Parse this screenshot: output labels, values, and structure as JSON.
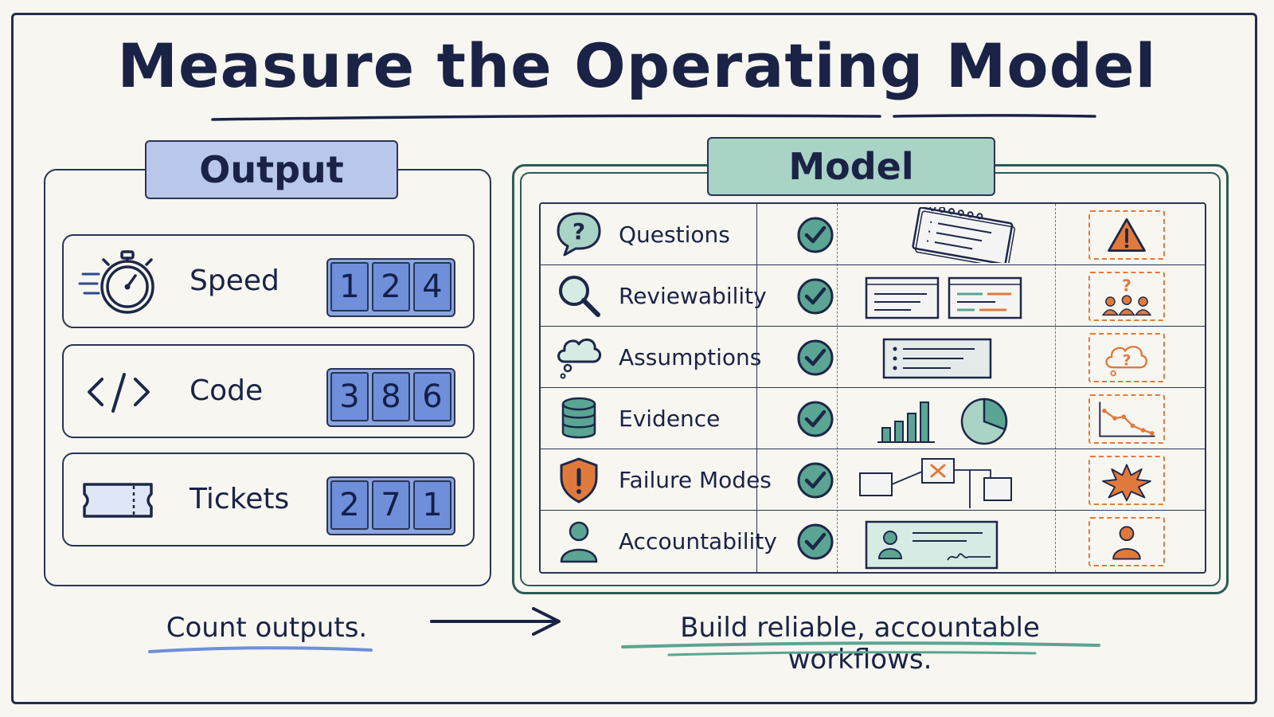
{
  "title": "Measure the Operating Model",
  "output": {
    "heading": "Output",
    "metrics": [
      {
        "label": "Speed",
        "icon": "stopwatch-icon",
        "digits": [
          "1",
          "2",
          "4"
        ]
      },
      {
        "label": "Code",
        "icon": "code-brackets-icon",
        "digits": [
          "3",
          "8",
          "6"
        ]
      },
      {
        "label": "Tickets",
        "icon": "ticket-icon",
        "digits": [
          "2",
          "7",
          "1"
        ]
      }
    ]
  },
  "model": {
    "heading": "Model",
    "rows": [
      {
        "label": "Questions",
        "icon": "question-bubble-icon",
        "risk_icon": "warning-icon"
      },
      {
        "label": "Reviewability",
        "icon": "magnifier-icon",
        "risk_icon": "confused-people-icon"
      },
      {
        "label": "Assumptions",
        "icon": "thought-cloud-icon",
        "risk_icon": "question-cloud-icon"
      },
      {
        "label": "Evidence",
        "icon": "database-icon",
        "risk_icon": "declining-chart-icon"
      },
      {
        "label": "Failure Modes",
        "icon": "shield-alert-icon",
        "risk_icon": "explosion-icon"
      },
      {
        "label": "Accountability",
        "icon": "person-icon",
        "risk_icon": "person-icon"
      }
    ]
  },
  "footer": {
    "left": "Count outputs.",
    "right": "Build reliable, accountable workflows."
  },
  "colors": {
    "ink": "#1d2748",
    "output_blue": "#6f8fdb",
    "model_teal": "#5aa593",
    "risk_orange": "#e07a3c"
  }
}
